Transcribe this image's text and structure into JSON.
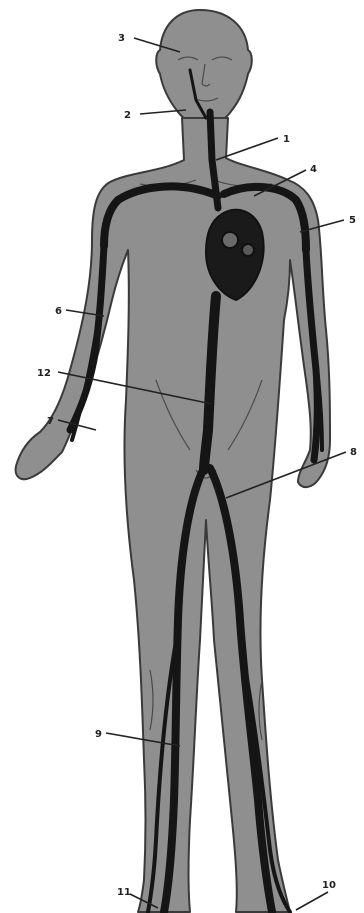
{
  "diagram": {
    "labels": [
      {
        "id": "1",
        "text": "1"
      },
      {
        "id": "2",
        "text": "2"
      },
      {
        "id": "3",
        "text": "3"
      },
      {
        "id": "4",
        "text": "4"
      },
      {
        "id": "5",
        "text": "5"
      },
      {
        "id": "6",
        "text": "6"
      },
      {
        "id": "7",
        "text": "7"
      },
      {
        "id": "8",
        "text": "8"
      },
      {
        "id": "9",
        "text": "9"
      },
      {
        "id": "10",
        "text": "10"
      },
      {
        "id": "11",
        "text": "11"
      },
      {
        "id": "12",
        "text": "12"
      }
    ],
    "colors": {
      "body_fill": "#8f8f8f",
      "outline": "#3a3a3a",
      "vessels": "#151515",
      "background": "#ffffff"
    }
  }
}
